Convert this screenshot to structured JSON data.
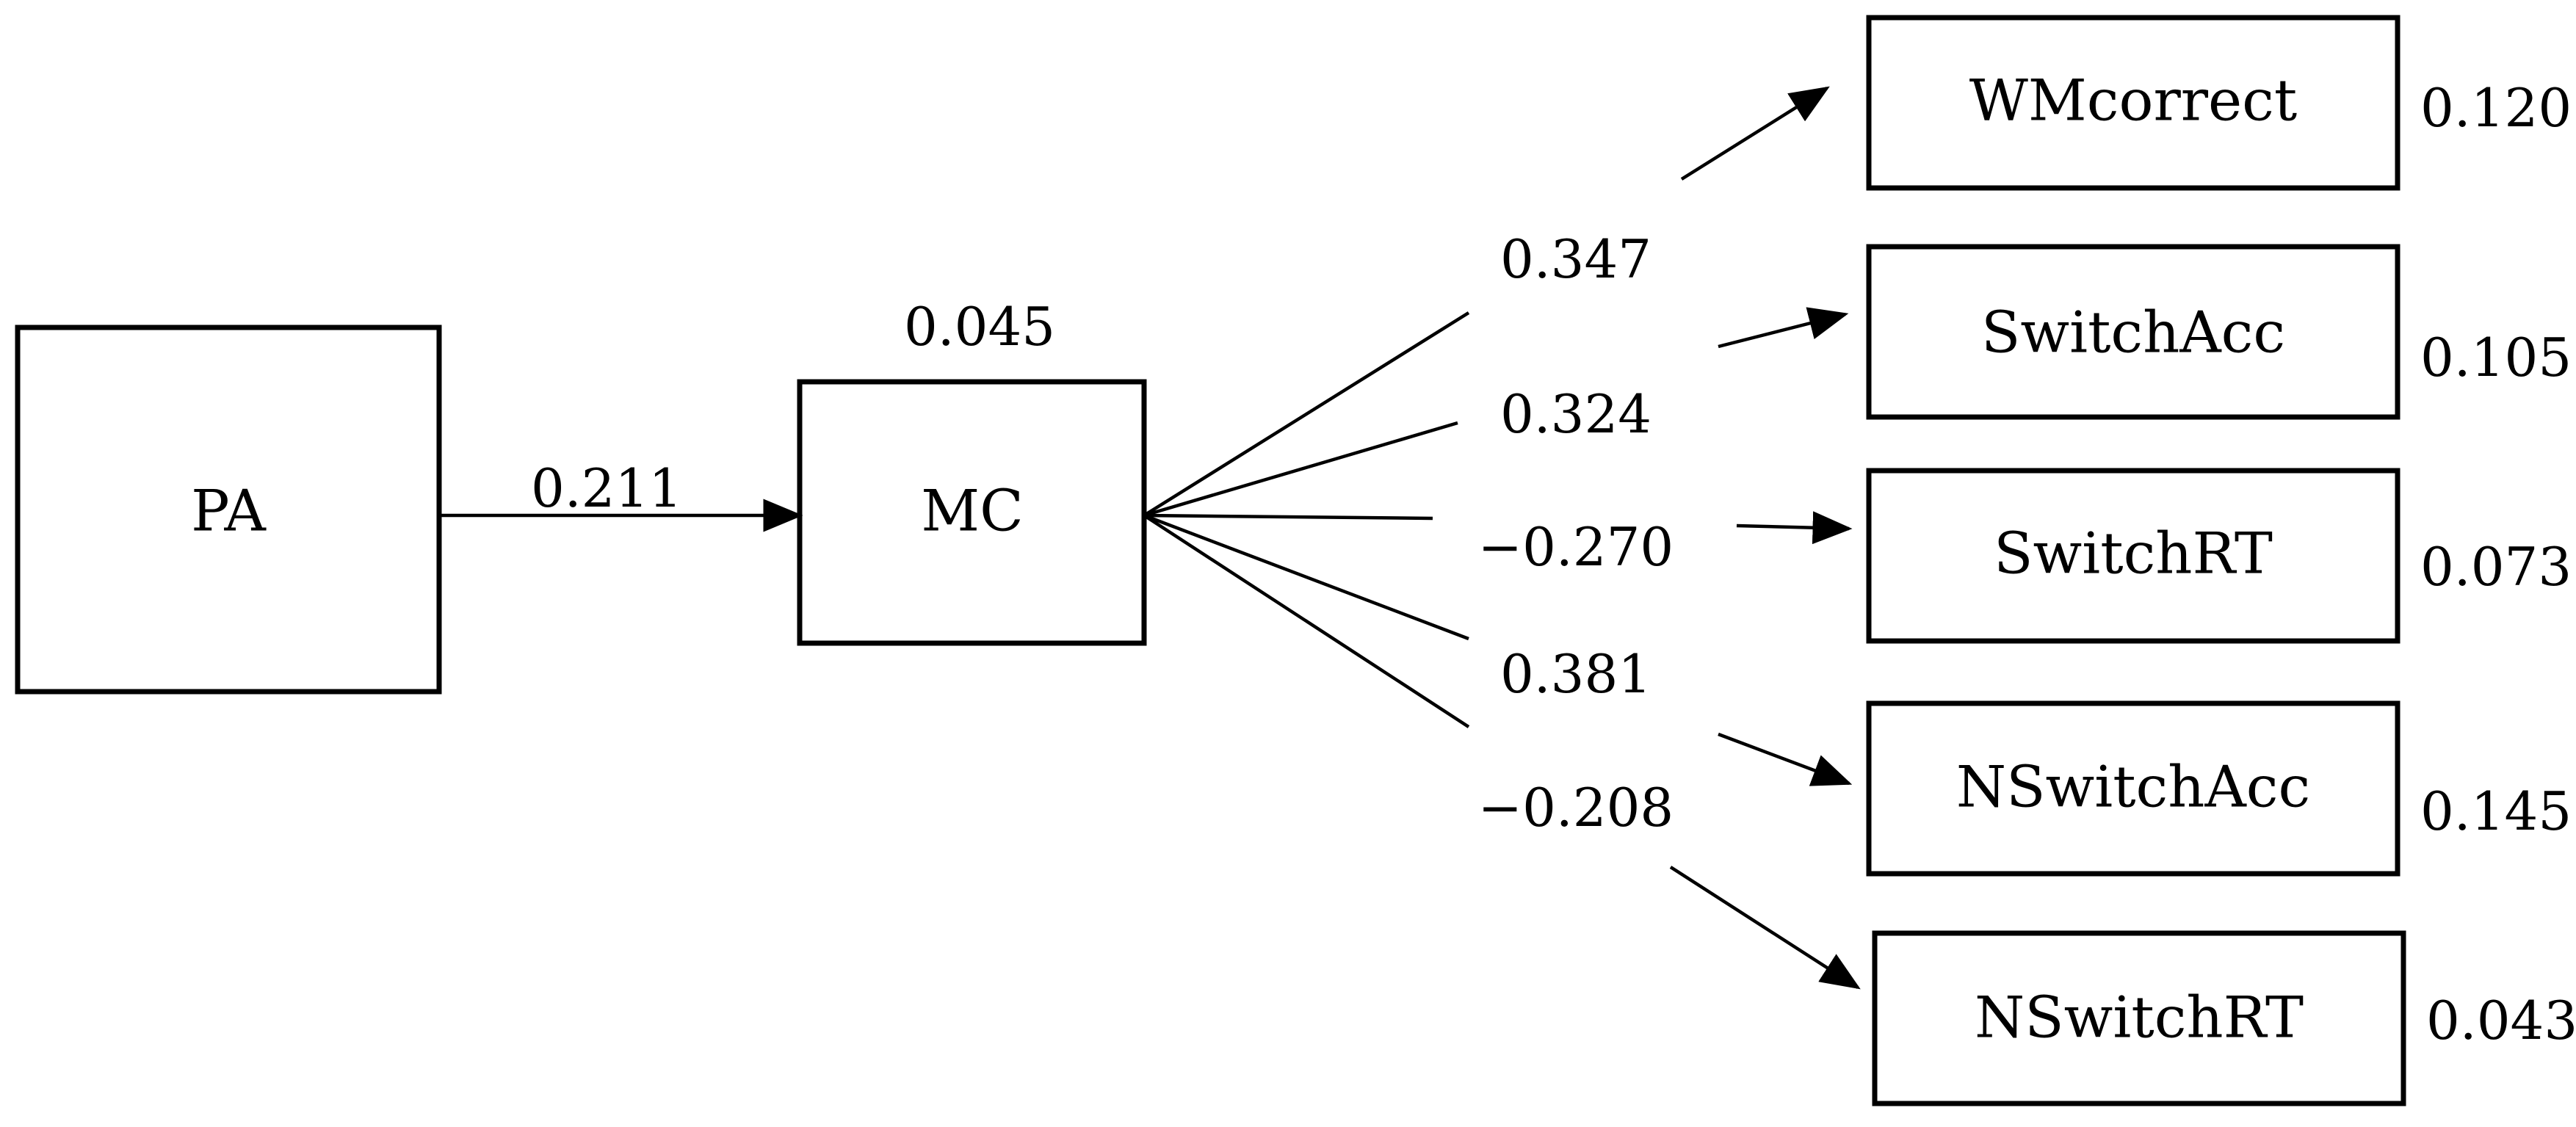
{
  "nodes": {
    "pa": {
      "label": "PA"
    },
    "mc": {
      "label": "MC",
      "r2": "0.045"
    },
    "wm_correct": {
      "label": "WMcorrect",
      "r2": "0.120"
    },
    "switch_acc": {
      "label": "SwitchAcc",
      "r2": "0.105"
    },
    "switch_rt": {
      "label": "SwitchRT",
      "r2": "0.073"
    },
    "nswitch_acc": {
      "label": "NSwitchAcc",
      "r2": "0.145"
    },
    "nswitch_rt": {
      "label": "NSwitchRT",
      "r2": "0.043"
    }
  },
  "paths": {
    "pa_to_mc": "0.211",
    "mc_to_wm_correct": "0.347",
    "mc_to_switch_acc": "0.324",
    "mc_to_switch_rt": "−0.270",
    "mc_to_nswitch_acc": "0.381",
    "mc_to_nswitch_rt": "−0.208"
  }
}
